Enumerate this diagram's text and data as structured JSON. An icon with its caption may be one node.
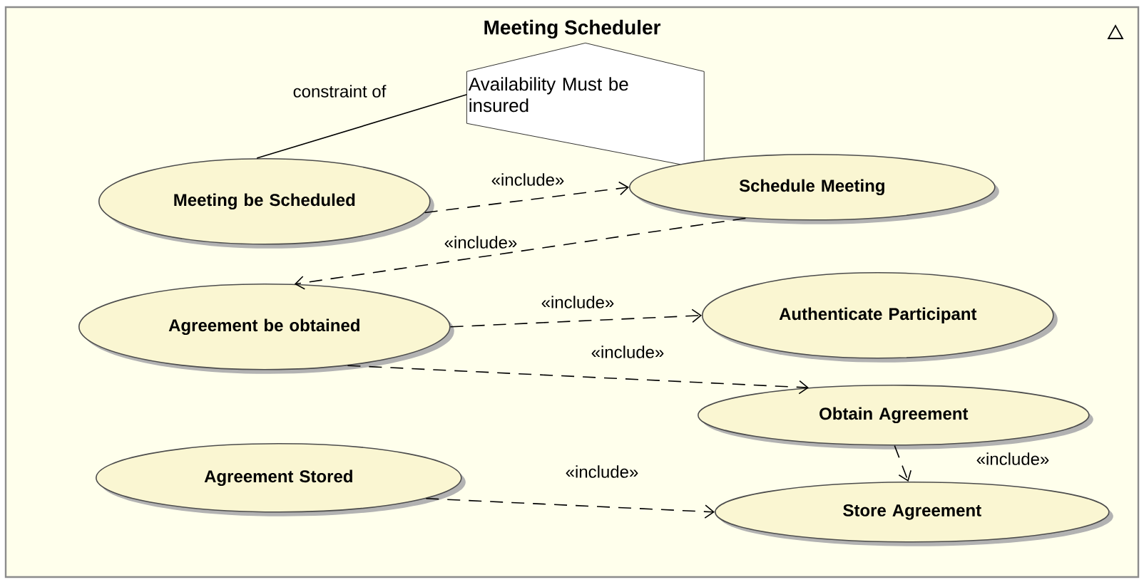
{
  "diagram": {
    "nodes": [
      {
        "text": [
          "Meeting Scheduler"
        ]
      },
      {
        "text": [
          "Availability Must be insured"
        ],
        "in": 0
      },
      {
        "text": [
          "Meeting be Scheduled"
        ],
        "in": 0
      },
      {
        "text": [
          "Schedule Meeting"
        ],
        "in": 0
      },
      {
        "text": [
          "Agreement be obtained"
        ],
        "in": 0
      },
      {
        "text": [
          "Authenticate Participant"
        ],
        "in": 0
      },
      {
        "text": [
          "Obtain Agreement"
        ],
        "in": 0
      },
      {
        "text": [
          "Agreement Stored"
        ],
        "in": 0
      },
      {
        "text": [
          "Store Agreement"
        ],
        "in": 0
      }
    ],
    "edges": [
      {
        "from": 2,
        "to": 3,
        "arrow": "to",
        "label": "«include»",
        "style": "dashed"
      },
      {
        "from": 3,
        "to": 4,
        "arrow": "to",
        "label": "«include»",
        "style": "dashed"
      },
      {
        "from": 4,
        "to": 5,
        "arrow": "to",
        "label": "«include»",
        "style": "dashed"
      },
      {
        "from": 4,
        "to": 6,
        "arrow": "to",
        "label": "«include»",
        "style": "dashed"
      },
      {
        "from": 6,
        "to": 8,
        "arrow": "to",
        "label": "«include»",
        "style": "dashed"
      },
      {
        "from": 7,
        "to": 8,
        "arrow": "to",
        "label": "«include»",
        "style": "dashed"
      },
      {
        "from": 2,
        "to": 1,
        "arrow": "none",
        "label": "constraint of"
      }
    ]
  }
}
